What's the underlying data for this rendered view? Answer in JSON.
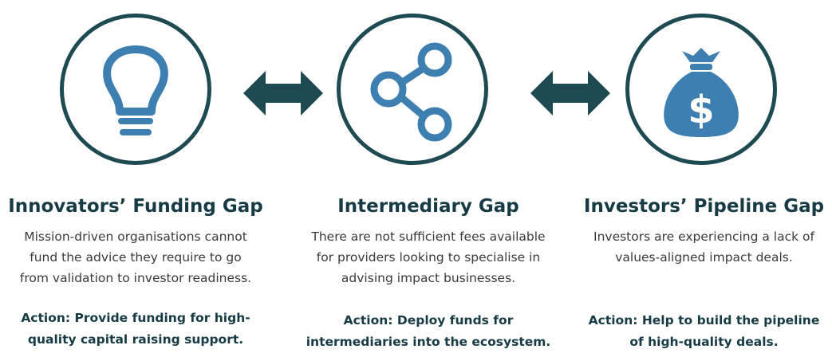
{
  "colors": {
    "dark_teal": "#1e4a52",
    "accent_blue": "#3e7fb2",
    "heading": "#173b44"
  },
  "columns": [
    {
      "icon": "lightbulb-icon",
      "heading": "Innovators’ Funding Gap",
      "desc": [
        "Mission-driven organisations cannot",
        "fund the advice they require to go",
        "from validation to investor readiness."
      ],
      "action": [
        "Action: Provide funding for high-",
        "quality capital raising support."
      ]
    },
    {
      "icon": "share-network-icon",
      "heading": "Intermediary Gap",
      "desc": [
        "There are not sufficient fees available",
        "for providers looking to specialise in",
        "advising impact businesses."
      ],
      "action": [
        "Action: Deploy funds for",
        "intermediaries into the ecosystem."
      ]
    },
    {
      "icon": "money-bag-icon",
      "heading": "Investors’ Pipeline Gap",
      "desc": [
        "Investors are experiencing a lack of",
        "values-aligned impact deals."
      ],
      "action": [
        "Action: Help to build the pipeline",
        "of high-quality deals."
      ]
    }
  ],
  "connectors": [
    "double-arrow-icon",
    "double-arrow-icon"
  ]
}
